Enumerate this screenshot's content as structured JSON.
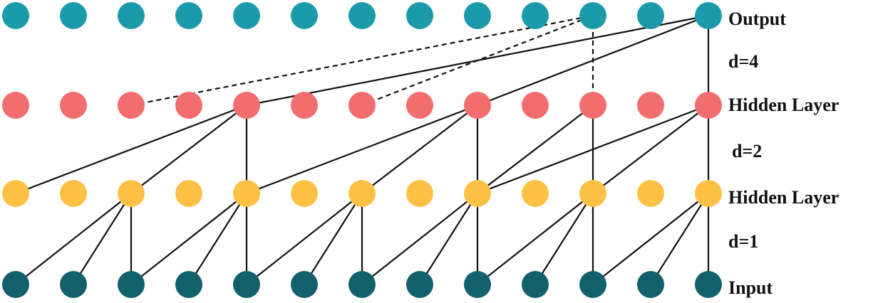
{
  "diagram": {
    "type": "dilated-causal-convolution",
    "nodes_per_layer": 13,
    "layers": [
      {
        "id": "output",
        "label": "Output",
        "color": "#1b9aaa"
      },
      {
        "id": "hidden2",
        "label": "Hidden Layer",
        "color": "#f26d6d"
      },
      {
        "id": "hidden1",
        "label": "Hidden Layer",
        "color": "#ffc145"
      },
      {
        "id": "input",
        "label": "Input",
        "color": "#12606b"
      }
    ],
    "dilations": [
      {
        "between": [
          "hidden2",
          "output"
        ],
        "label": "d=4"
      },
      {
        "between": [
          "hidden1",
          "hidden2"
        ],
        "label": "d=2"
      },
      {
        "between": [
          "input",
          "hidden1"
        ],
        "label": "d=1"
      }
    ],
    "edges": [
      {
        "from": [
          "hidden2",
          4
        ],
        "to": [
          "output",
          12
        ],
        "style": "solid"
      },
      {
        "from": [
          "hidden2",
          8
        ],
        "to": [
          "output",
          12
        ],
        "style": "solid"
      },
      {
        "from": [
          "hidden2",
          12
        ],
        "to": [
          "output",
          12
        ],
        "style": "solid"
      },
      {
        "from": [
          "hidden2",
          2
        ],
        "to": [
          "output",
          10
        ],
        "style": "dashed"
      },
      {
        "from": [
          "hidden2",
          6
        ],
        "to": [
          "output",
          10
        ],
        "style": "dashed"
      },
      {
        "from": [
          "hidden2",
          10
        ],
        "to": [
          "output",
          10
        ],
        "style": "dashed"
      },
      {
        "from": [
          "hidden1",
          0
        ],
        "to": [
          "hidden2",
          4
        ],
        "style": "solid"
      },
      {
        "from": [
          "hidden1",
          2
        ],
        "to": [
          "hidden2",
          4
        ],
        "style": "solid"
      },
      {
        "from": [
          "hidden1",
          4
        ],
        "to": [
          "hidden2",
          4
        ],
        "style": "solid"
      },
      {
        "from": [
          "hidden1",
          4
        ],
        "to": [
          "hidden2",
          8
        ],
        "style": "solid"
      },
      {
        "from": [
          "hidden1",
          6
        ],
        "to": [
          "hidden2",
          8
        ],
        "style": "solid"
      },
      {
        "from": [
          "hidden1",
          8
        ],
        "to": [
          "hidden2",
          8
        ],
        "style": "solid"
      },
      {
        "from": [
          "hidden1",
          8
        ],
        "to": [
          "hidden2",
          10
        ],
        "style": "solid"
      },
      {
        "from": [
          "hidden1",
          10
        ],
        "to": [
          "hidden2",
          10
        ],
        "style": "solid"
      },
      {
        "from": [
          "hidden1",
          8
        ],
        "to": [
          "hidden2",
          12
        ],
        "style": "solid"
      },
      {
        "from": [
          "hidden1",
          10
        ],
        "to": [
          "hidden2",
          12
        ],
        "style": "solid"
      },
      {
        "from": [
          "hidden1",
          12
        ],
        "to": [
          "hidden2",
          12
        ],
        "style": "solid"
      },
      {
        "from": [
          "input",
          0
        ],
        "to": [
          "hidden1",
          2
        ],
        "style": "solid"
      },
      {
        "from": [
          "input",
          1
        ],
        "to": [
          "hidden1",
          2
        ],
        "style": "solid"
      },
      {
        "from": [
          "input",
          2
        ],
        "to": [
          "hidden1",
          2
        ],
        "style": "solid"
      },
      {
        "from": [
          "input",
          2
        ],
        "to": [
          "hidden1",
          4
        ],
        "style": "solid"
      },
      {
        "from": [
          "input",
          3
        ],
        "to": [
          "hidden1",
          4
        ],
        "style": "solid"
      },
      {
        "from": [
          "input",
          4
        ],
        "to": [
          "hidden1",
          4
        ],
        "style": "solid"
      },
      {
        "from": [
          "input",
          4
        ],
        "to": [
          "hidden1",
          6
        ],
        "style": "solid"
      },
      {
        "from": [
          "input",
          5
        ],
        "to": [
          "hidden1",
          6
        ],
        "style": "solid"
      },
      {
        "from": [
          "input",
          6
        ],
        "to": [
          "hidden1",
          6
        ],
        "style": "solid"
      },
      {
        "from": [
          "input",
          6
        ],
        "to": [
          "hidden1",
          8
        ],
        "style": "solid"
      },
      {
        "from": [
          "input",
          7
        ],
        "to": [
          "hidden1",
          8
        ],
        "style": "solid"
      },
      {
        "from": [
          "input",
          8
        ],
        "to": [
          "hidden1",
          8
        ],
        "style": "solid"
      },
      {
        "from": [
          "input",
          8
        ],
        "to": [
          "hidden1",
          10
        ],
        "style": "solid"
      },
      {
        "from": [
          "input",
          9
        ],
        "to": [
          "hidden1",
          10
        ],
        "style": "solid"
      },
      {
        "from": [
          "input",
          10
        ],
        "to": [
          "hidden1",
          10
        ],
        "style": "solid"
      },
      {
        "from": [
          "input",
          10
        ],
        "to": [
          "hidden1",
          12
        ],
        "style": "solid"
      },
      {
        "from": [
          "input",
          11
        ],
        "to": [
          "hidden1",
          12
        ],
        "style": "solid"
      },
      {
        "from": [
          "input",
          12
        ],
        "to": [
          "hidden1",
          12
        ],
        "style": "solid"
      }
    ]
  }
}
